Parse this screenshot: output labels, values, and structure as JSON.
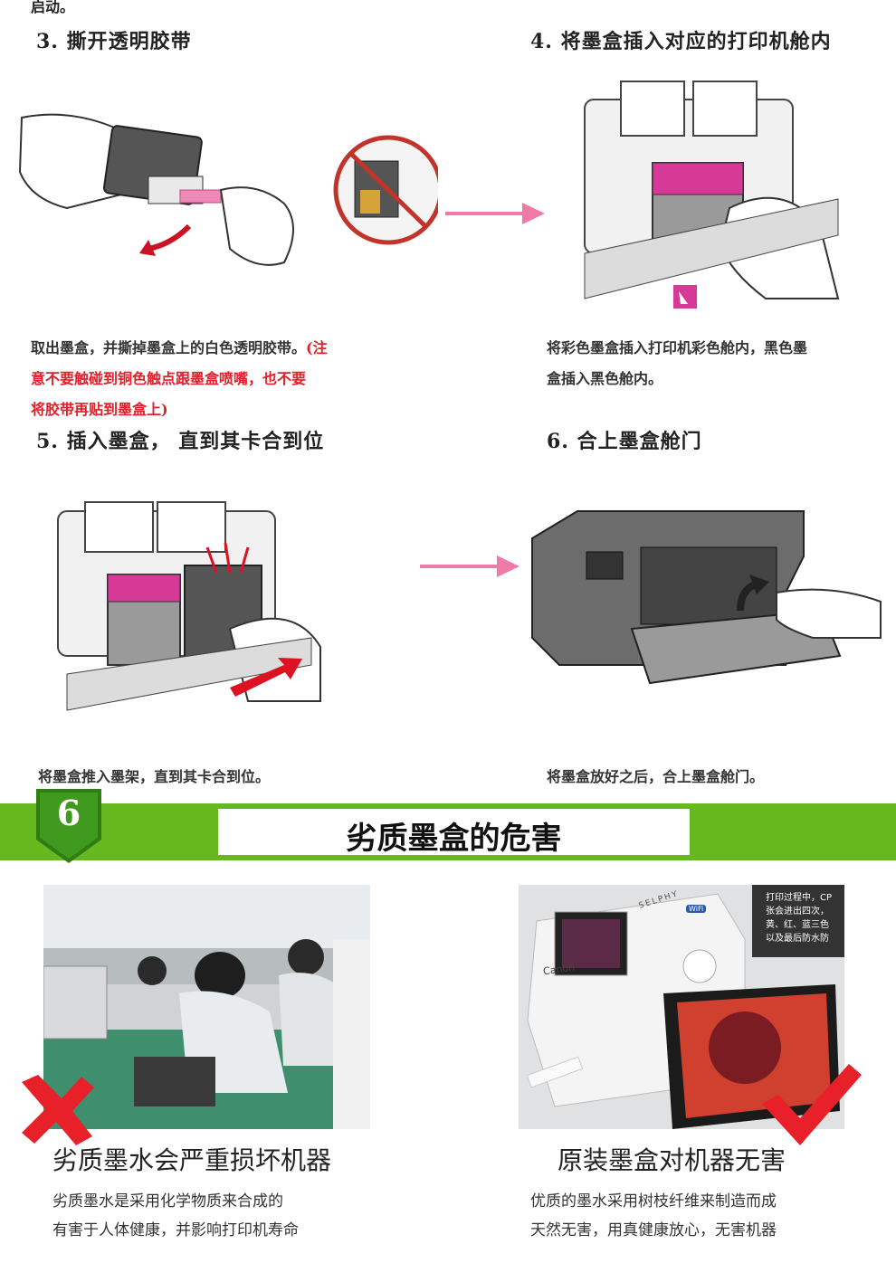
{
  "top_fragment": "启动。",
  "steps": [
    {
      "title": "3. 撕开透明胶带",
      "caption_lines": [
        "取出墨盒，并撕掉墨盒上的白色透明胶带。",
        "(注",
        "意不要触碰到铜色触点跟墨盒喷嘴，也不要",
        "将胶带再贴到墨盒上)"
      ]
    },
    {
      "title": "4. 将墨盒插入对应的打印机舱内",
      "caption_lines": [
        "将彩色墨盒插入打印机彩色舱内，黑色墨",
        "盒插入黑色舱内。"
      ]
    },
    {
      "title": "5. 插入墨盒，  直到其卡合到位",
      "caption_lines": [
        "将墨盒推入墨架，直到其卡合到位。"
      ]
    },
    {
      "title": "6. 合上墨盒舱门",
      "caption_lines": [
        "将墨盒放好之后，合上墨盒舱门。"
      ]
    }
  ],
  "section": {
    "number": "6",
    "title": "劣质墨盒的危害",
    "banner_color": "#66b81f"
  },
  "bad": {
    "title": "劣质墨水会严重损坏机器",
    "lines": [
      "劣质墨水是采用化学物质来合成的",
      "有害于人体健康，并影响打印机寿命"
    ],
    "mark_color": "#e8202a"
  },
  "good": {
    "title": "原装墨盒对机器无害",
    "lines": [
      "优质的墨水采用树枝纤维来制造而成",
      "天然无害，用真健康放心，无害机器"
    ],
    "mark_color": "#e8202a",
    "overlay_lines": [
      "打印过程中，CP",
      "张会进出四次，",
      "黄、红、蓝三色",
      "以及最后防水防"
    ],
    "printer_brand": "Canon",
    "printer_model": "SELPHY",
    "wifi_badge": "WiFi"
  }
}
